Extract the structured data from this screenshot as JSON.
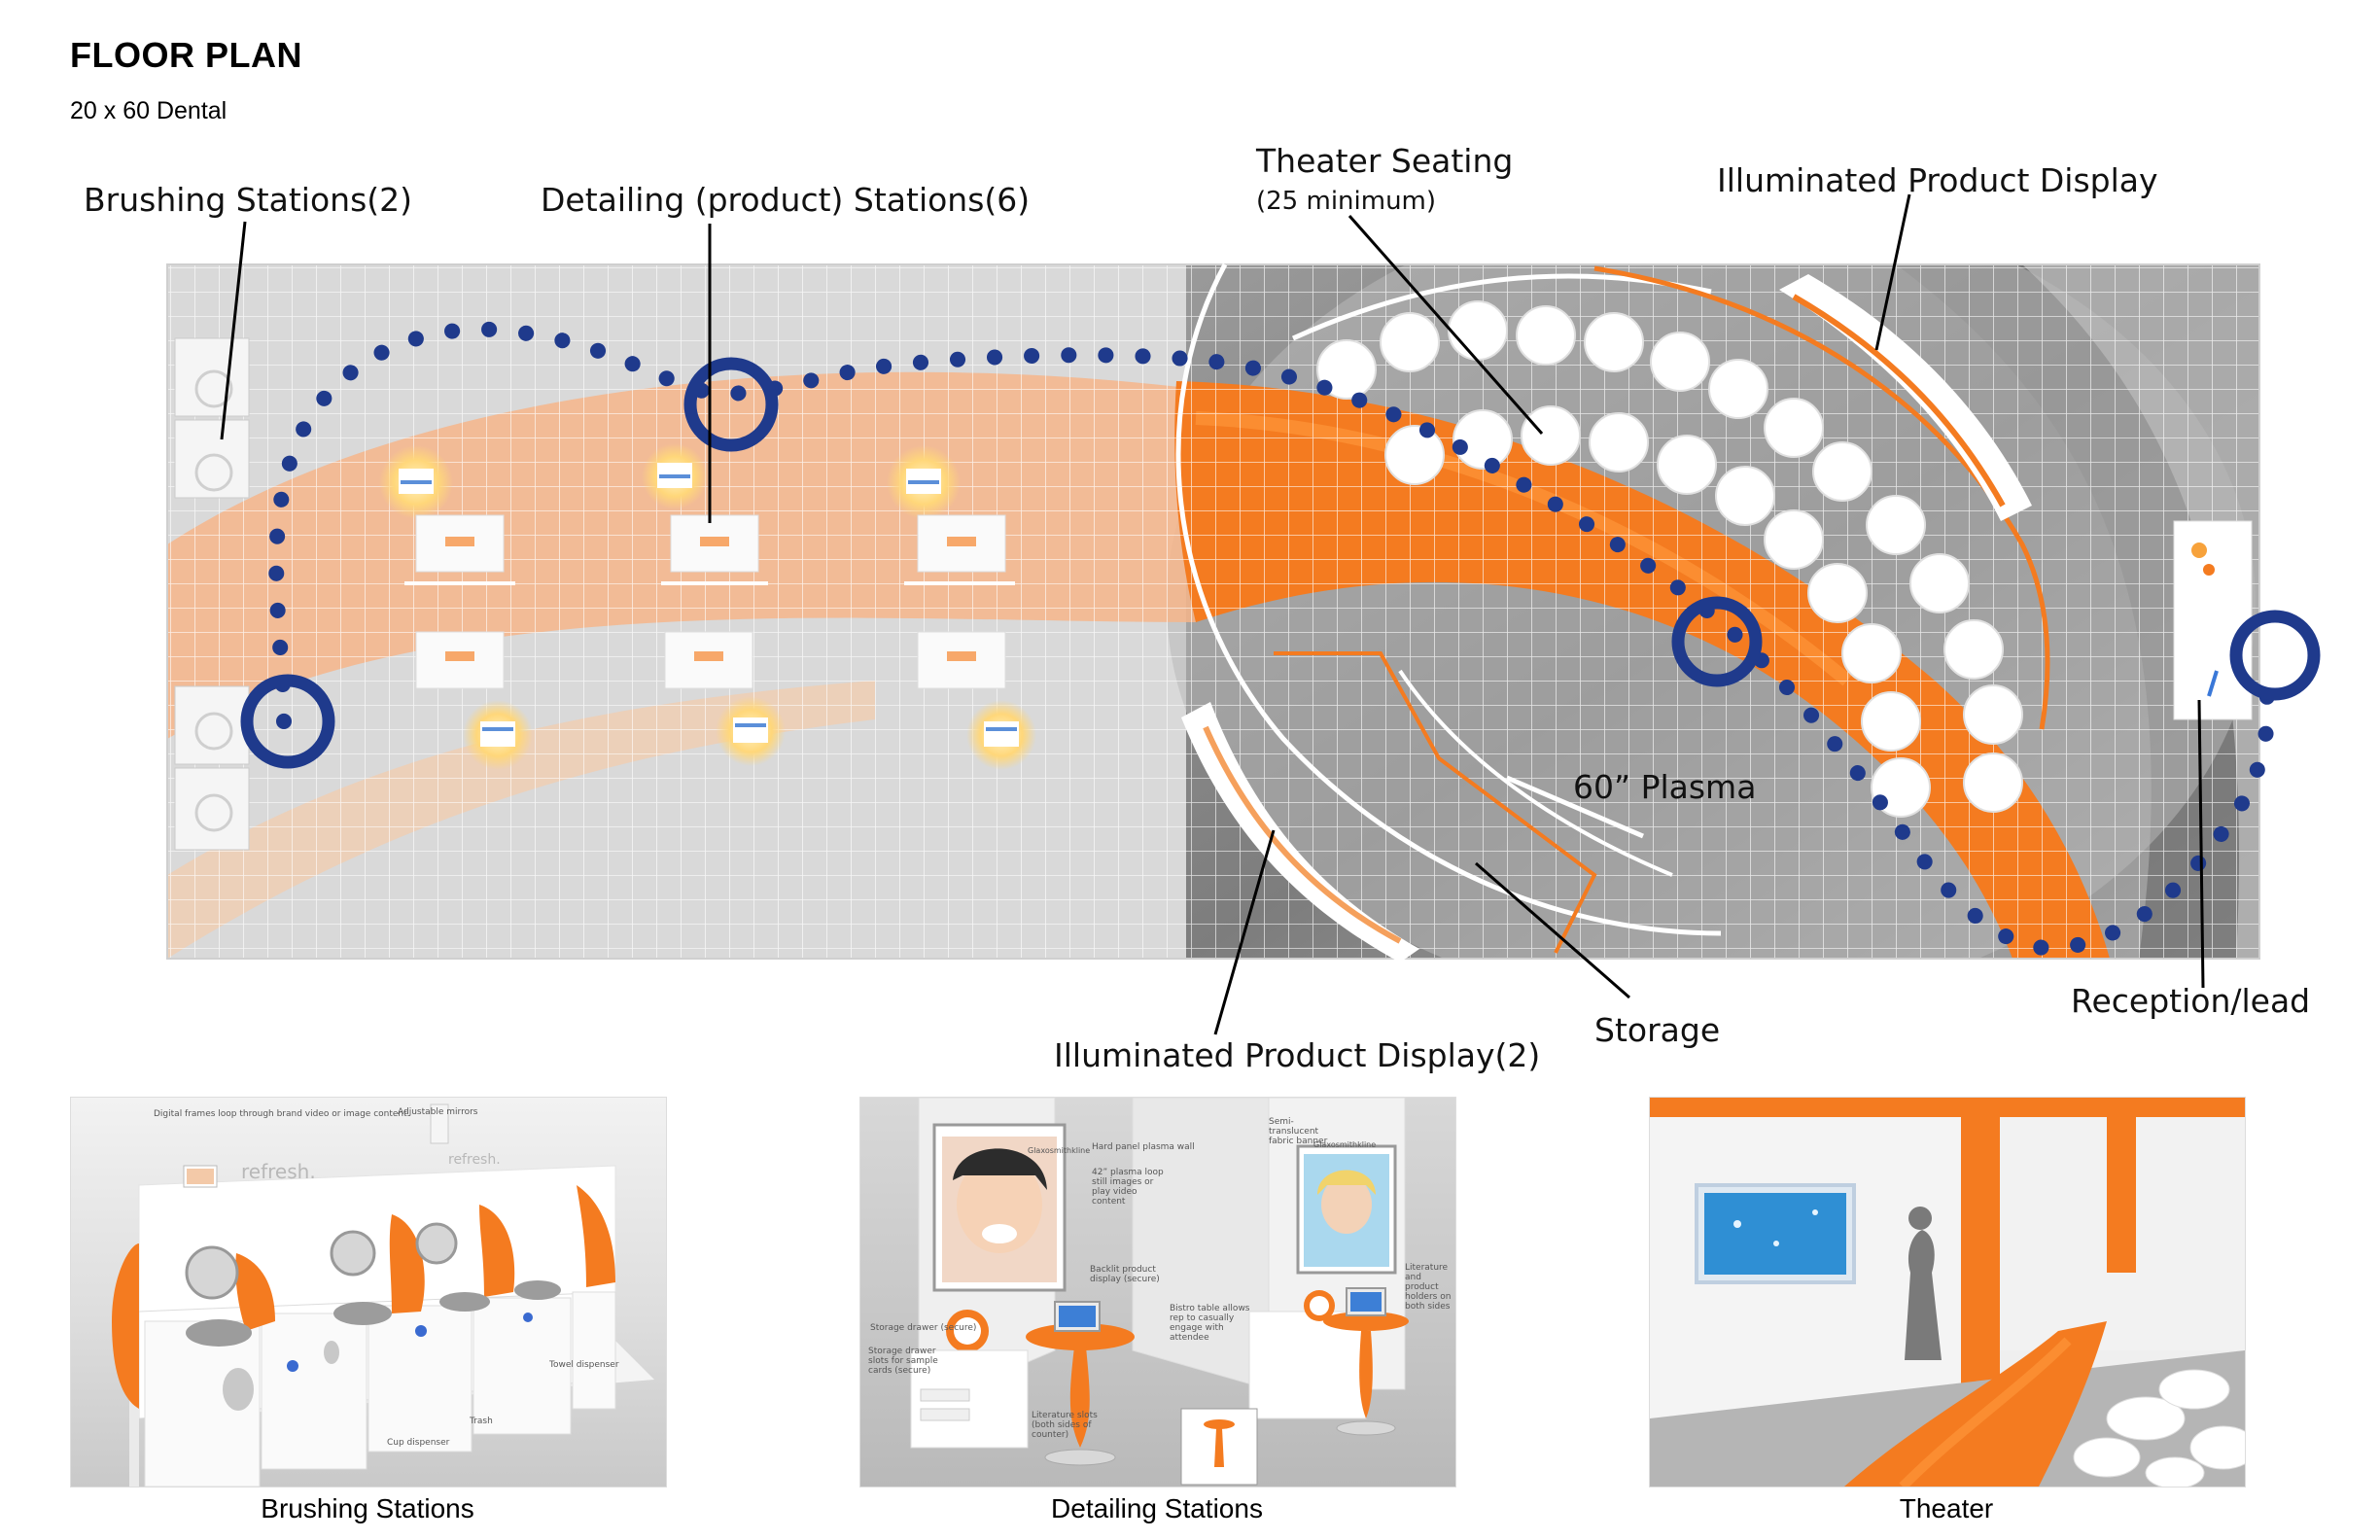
{
  "page": {
    "title": "FLOOR PLAN",
    "subtitle": "20 x 60 Dental"
  },
  "floor_plan": {
    "callouts": {
      "brushing_stations": "Brushing Stations(2)",
      "detailing_stations": "Detailing (product) Stations(6)",
      "theater_seating": "Theater Seating",
      "theater_seating_note": "(25 minimum)",
      "illuminated_display_top": "Illuminated Product Display",
      "plasma": "60” Plasma",
      "illuminated_display_bottom": "Illuminated Product Display(2)",
      "storage": "Storage",
      "reception": "Reception/lead"
    },
    "colors": {
      "orange": "#f47b20",
      "path_blue": "#1f3a8c",
      "grid_gray": "#bdbdbd"
    }
  },
  "renderings": [
    {
      "caption": "Brushing Stations",
      "labels": {
        "refresh_1": "refresh.",
        "refresh_2": "refresh.",
        "digital_frames": "Digital frames loop through brand video or image content.",
        "adjustable_mirrors": "Adjustable mirrors",
        "towel_dispenser": "Towel dispenser",
        "trash": "Trash",
        "cup_dispenser": "Cup dispenser"
      }
    },
    {
      "caption": "Detailing Stations",
      "labels": {
        "brand_1": "Glaxosmithkline",
        "brand_2": "Glaxosmithkline",
        "hard_panel": "Hard panel plasma wall",
        "plasma_42": "42” plasma loop still images or play video content",
        "semi_translucent": "Semi-translucent fabric banner",
        "backlit_display": "Backlit product display (secure)",
        "bistro_table": "Bistro table allows rep to casually engage with attendee",
        "storage_drawer": "Storage drawer (secure)",
        "storage_shelf": "Storage drawer slots for sample cards (secure)",
        "literature_slots": "Literature slots (both sides of counter)",
        "literature_holders": "Literature and product holders on both sides"
      }
    },
    {
      "caption": "Theater",
      "labels": {}
    }
  ]
}
